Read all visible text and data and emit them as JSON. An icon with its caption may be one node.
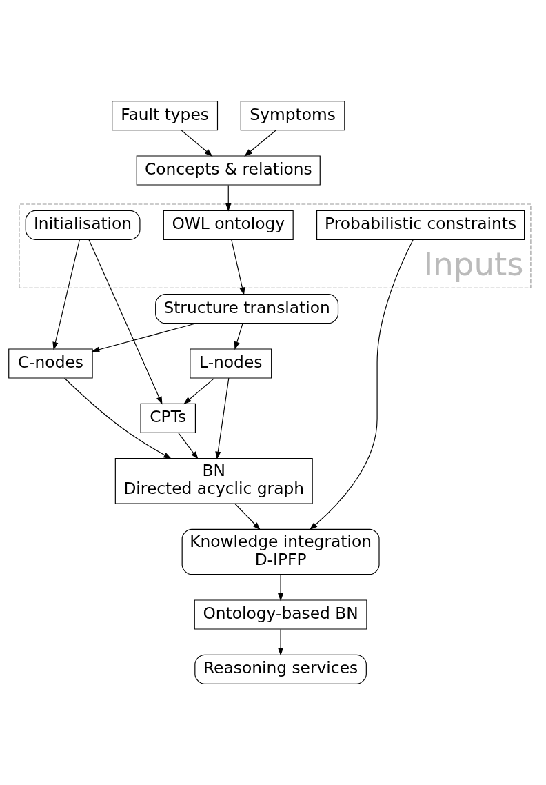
{
  "diagram": {
    "nodes": [
      {
        "text": [
          "Fault types"
        ]
      },
      {
        "text": [
          "Symptoms"
        ]
      },
      {
        "text": [
          "Concepts & relations"
        ]
      },
      {
        "text": [
          "Inputs"
        ]
      },
      {
        "text": [
          "OWL ontology"
        ],
        "in": 3
      },
      {
        "text": [
          "Structure translation"
        ]
      },
      {
        "text": [
          "Initialisation"
        ],
        "in": 3
      },
      {
        "text": [
          "C-nodes"
        ]
      },
      {
        "text": [
          "L-nodes"
        ]
      },
      {
        "text": [
          "CPTs"
        ]
      },
      {
        "text": [
          "BN",
          "Directed acyclic graph"
        ]
      },
      {
        "text": [
          "Probabilistic constraints"
        ],
        "in": 3
      },
      {
        "text": [
          "Knowledge integration",
          "D-IPFP"
        ]
      },
      {
        "text": [
          "Ontology-based BN"
        ]
      },
      {
        "text": [
          "Reasoning services"
        ]
      }
    ],
    "edges": [
      {
        "from": 0,
        "to": 2,
        "arrow": "to"
      },
      {
        "from": 1,
        "to": 2,
        "arrow": "to"
      },
      {
        "from": 2,
        "to": 4,
        "arrow": "to"
      },
      {
        "from": 4,
        "to": 5,
        "arrow": "to"
      },
      {
        "from": 5,
        "to": 7,
        "arrow": "to"
      },
      {
        "from": 5,
        "to": 8,
        "arrow": "to"
      },
      {
        "from": 6,
        "to": 7,
        "arrow": "to"
      },
      {
        "from": 6,
        "to": 9,
        "arrow": "to"
      },
      {
        "from": 8,
        "to": 9,
        "arrow": "to"
      },
      {
        "from": 7,
        "to": 10,
        "arrow": "to"
      },
      {
        "from": 8,
        "to": 10,
        "arrow": "to"
      },
      {
        "from": 9,
        "to": 10,
        "arrow": "to"
      },
      {
        "from": 10,
        "to": 12,
        "arrow": "to"
      },
      {
        "from": 11,
        "to": 12,
        "arrow": "to"
      },
      {
        "from": 12,
        "to": 13,
        "arrow": "to"
      },
      {
        "from": 13,
        "to": 14,
        "arrow": "to"
      }
    ]
  }
}
